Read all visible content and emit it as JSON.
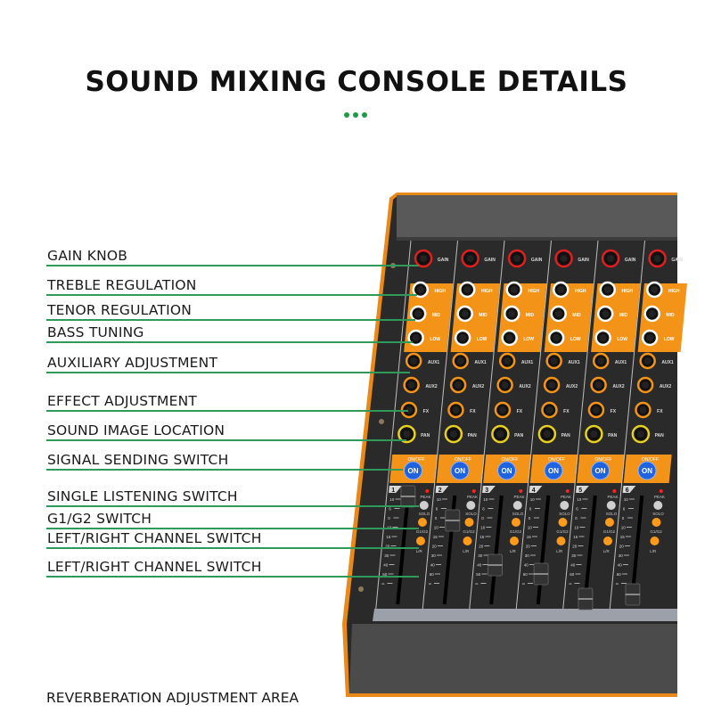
{
  "title": "SOUND MIXING CONSOLE DETAILS",
  "accent_color": "#1f9a4a",
  "labels": [
    "GAIN KNOB",
    "TREBLE REGULATION",
    "TENOR REGULATION",
    "BASS TUNING",
    "AUXILIARY ADJUSTMENT",
    "EFFECT ADJUSTMENT",
    "SOUND IMAGE LOCATION",
    "SIGNAL SENDING SWITCH",
    "SINGLE LISTENING SWITCH",
    "G1/G2 SWITCH",
    "LEFT/RIGHT CHANNEL SWITCH",
    "LEFT/RIGHT CHANNEL SWITCH"
  ],
  "bottom_label": "REVERBERATION ADJUSTMENT AREA",
  "console": {
    "channels": [
      "1",
      "2",
      "3",
      "4",
      "5",
      "6"
    ],
    "knob_labels": {
      "gain": "GAIN",
      "high": "HIGH",
      "mid": "MID",
      "low": "LOW",
      "aux1": "AUX1",
      "aux2": "AUX2",
      "fx": "FX",
      "pan": "PAN"
    },
    "switch_caption": "ON/OFF",
    "switch_label": "ON",
    "peak": "PEAK",
    "solo": "SOLO",
    "group": "G1/G2",
    "lr": "L/R",
    "fader_scale": [
      "10",
      "6",
      "0",
      "10",
      "15",
      "20",
      "30",
      "40",
      "60",
      "∞"
    ],
    "colors": {
      "body": "#1c1c1c",
      "orange": "#f39418",
      "button_blue": "#1f63e0",
      "panel_top": "#5a5a5a"
    }
  }
}
